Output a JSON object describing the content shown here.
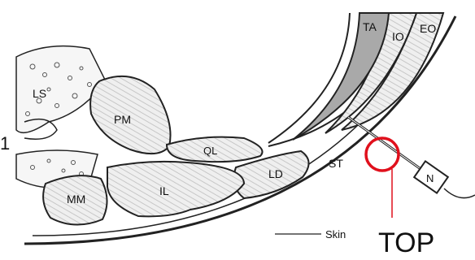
{
  "figure": {
    "labels": {
      "ls": "LS",
      "pm": "PM",
      "ql": "QL",
      "ld": "LD",
      "st": "ST",
      "mm": "MM",
      "il": "IL",
      "ta": "TA",
      "io": "IO",
      "eo": "EO",
      "n": "N",
      "skin": "Skin",
      "one": "1",
      "top": "TOP"
    },
    "colors": {
      "line": "#222222",
      "muscle_fill": "#ececec",
      "ta_fill": "#a9a9a9",
      "marker": "#e0101c"
    }
  }
}
